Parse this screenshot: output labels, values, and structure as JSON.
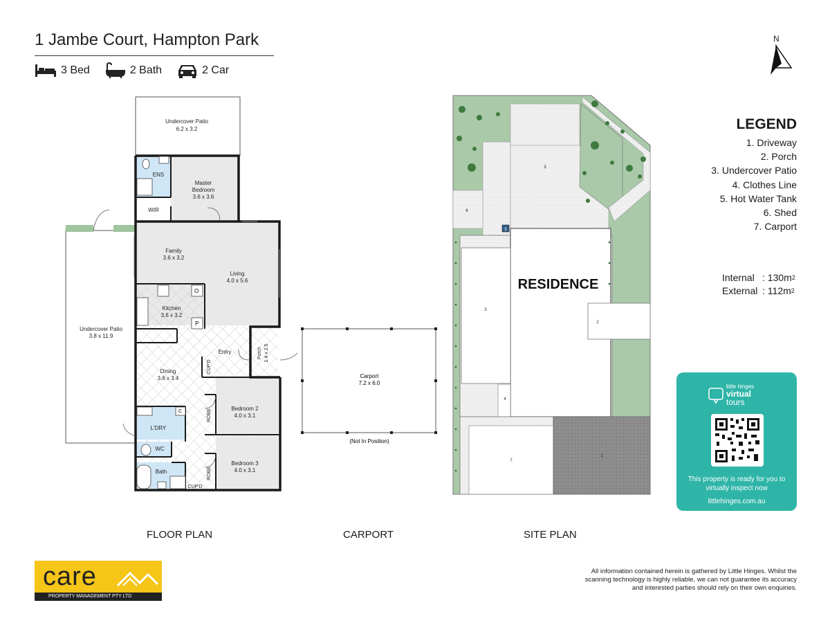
{
  "header": {
    "address": "1 Jambe Court, Hampton Park",
    "features": [
      {
        "icon": "bed-icon",
        "label": "3 Bed"
      },
      {
        "icon": "bath-icon",
        "label": "2 Bath"
      },
      {
        "icon": "car-icon",
        "label": "2 Car"
      }
    ]
  },
  "compass": {
    "label": "N"
  },
  "floor_plan": {
    "section_label": "FLOOR PLAN",
    "rooms": [
      {
        "name": "Undercover Patio",
        "dims": "6.2 x 3.2"
      },
      {
        "name": "Master",
        "name2": "Bedroom",
        "dims": "3.6 x 3.6"
      },
      {
        "name": "ENS"
      },
      {
        "name": "WIR"
      },
      {
        "name": "Family",
        "dims": "3.6 x 3.2"
      },
      {
        "name": "Living",
        "dims": "4.0 x 5.6"
      },
      {
        "name": "Kitchen",
        "dims": "3.6 x 3.2"
      },
      {
        "name": "Undercover Patio",
        "dims": "3.8 x 11.9"
      },
      {
        "name": "Entry"
      },
      {
        "name": "Porch",
        "dims": "1.4 x 2.5"
      },
      {
        "name": "Dining",
        "dims": "3.6 x 3.4"
      },
      {
        "name": "CUP'D"
      },
      {
        "name": "Bedroom 2",
        "dims": "4.0 x 3.1"
      },
      {
        "name": "ROBE"
      },
      {
        "name": "L'DRY"
      },
      {
        "name": "WC"
      },
      {
        "name": "Bedroom 3",
        "dims": "4.0 x 3.1"
      },
      {
        "name": "ROBE"
      },
      {
        "name": "Bath"
      },
      {
        "name": "CUP'D"
      }
    ],
    "fixture_labels": {
      "oven": "O",
      "pantry": "P",
      "cupboard": "C"
    }
  },
  "carport": {
    "section_label": "CARPORT",
    "name": "Carport",
    "dims": "7.2 x 6.0",
    "note": "(Not In Position)"
  },
  "site_plan": {
    "section_label": "SITE PLAN",
    "residence_label": "RESIDENCE",
    "markers": [
      "3",
      "6",
      "5",
      "3",
      "2",
      "4",
      "7",
      "1"
    ]
  },
  "legend": {
    "title": "LEGEND",
    "items": [
      "1. Driveway",
      "2. Porch",
      "3. Undercover Patio",
      "4. Clothes Line",
      "5. Hot Water Tank",
      "6. Shed",
      "7. Carport"
    ]
  },
  "areas": [
    {
      "label": "Internal",
      "value": ": 130m",
      "sup": "2"
    },
    {
      "label": "External",
      "value": ": 112m",
      "sup": "2"
    }
  ],
  "virtual_tour": {
    "logo_small": "little hinges",
    "logo_word1": "virtual",
    "logo_word2": "tours",
    "message": "This property is ready for you to virtually inspect now",
    "url": "littlehinges.com.au"
  },
  "disclaimer": "All information contained herein is gathered by Little Hinges. Whilst the scanning technology is highly reliable, we can not guarantee its accuracy and interested parties should rely on their own enquiries.",
  "brand": {
    "word": "care",
    "tagline": "PROPERTY MANAGEMENT PTY LTD",
    "color": "#f5c518"
  },
  "colors": {
    "grass": "#a9c9a9",
    "tree": "#3f7a3f",
    "driveway": "#8a8a8a",
    "paving": "#ececec",
    "wet_area": "#cfe6f6",
    "teal": "#2fb5a8"
  }
}
